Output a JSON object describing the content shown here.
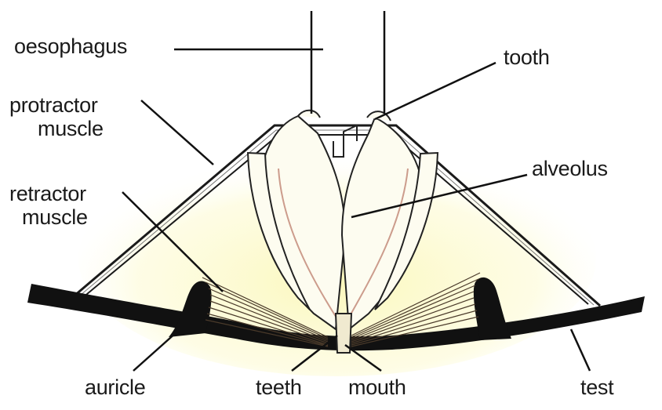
{
  "labels": {
    "oesophagus": "oesophagus",
    "tooth": "tooth",
    "protractor_1": "protractor",
    "protractor_2": "muscle",
    "alveolus": "alveolus",
    "retractor_1": "retractor",
    "retractor_2": "muscle",
    "auricle": "auricle",
    "teeth": "teeth",
    "mouth": "mouth",
    "test": "test"
  },
  "colors": {
    "ink": "#1a1a1a",
    "glow": "#fbf7b8",
    "jaw_fill": "#fdfcf0",
    "muscle_line": "#4a3a2a"
  }
}
